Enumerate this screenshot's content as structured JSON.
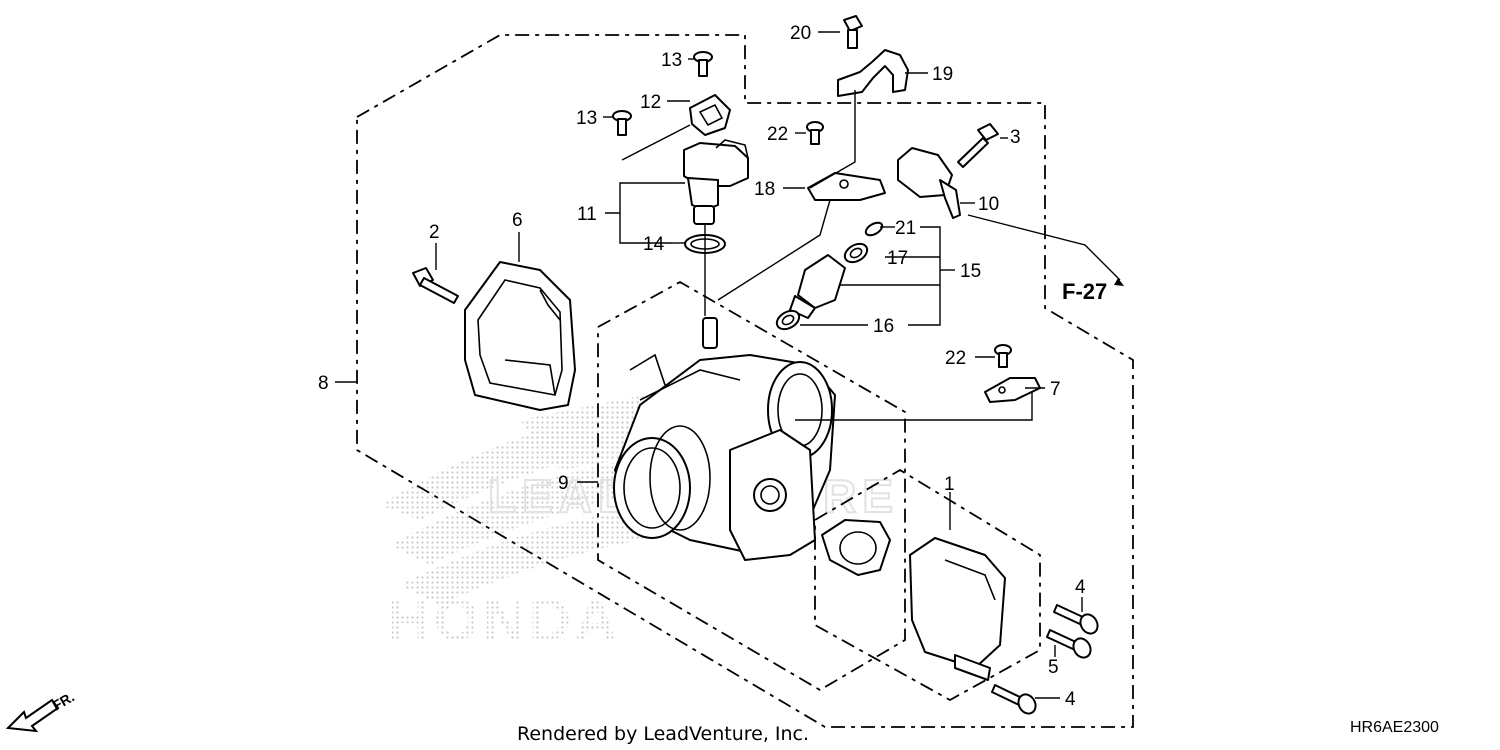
{
  "diagram": {
    "callouts": [
      {
        "id": "1",
        "label": "1"
      },
      {
        "id": "2",
        "label": "2"
      },
      {
        "id": "3",
        "label": "3"
      },
      {
        "id": "4a",
        "label": "4"
      },
      {
        "id": "4b",
        "label": "4"
      },
      {
        "id": "5",
        "label": "5"
      },
      {
        "id": "6",
        "label": "6"
      },
      {
        "id": "7",
        "label": "7"
      },
      {
        "id": "8",
        "label": "8"
      },
      {
        "id": "9",
        "label": "9"
      },
      {
        "id": "10",
        "label": "10"
      },
      {
        "id": "11",
        "label": "11"
      },
      {
        "id": "12",
        "label": "12"
      },
      {
        "id": "13a",
        "label": "13"
      },
      {
        "id": "13b",
        "label": "13"
      },
      {
        "id": "14",
        "label": "14"
      },
      {
        "id": "15",
        "label": "15"
      },
      {
        "id": "16",
        "label": "16"
      },
      {
        "id": "17",
        "label": "17"
      },
      {
        "id": "18",
        "label": "18"
      },
      {
        "id": "19",
        "label": "19"
      },
      {
        "id": "20",
        "label": "20"
      },
      {
        "id": "21",
        "label": "21"
      },
      {
        "id": "22a",
        "label": "22"
      },
      {
        "id": "22b",
        "label": "22"
      }
    ],
    "reference_label": "F-27",
    "direction_label": "FR.",
    "footer_text": "Rendered by LeadVenture, Inc.",
    "diagram_code": "HR6AE2300",
    "watermark": {
      "brand_text": "HONDA",
      "watermark_text": "LEADVENTURE"
    }
  }
}
